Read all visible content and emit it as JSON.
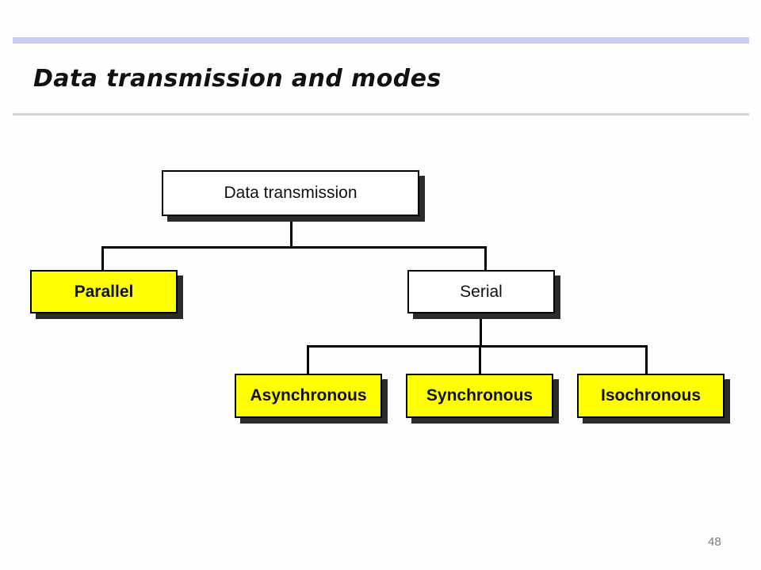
{
  "slide": {
    "title": "Data transmission and modes",
    "page_number": "48",
    "accent_bar_color": "#ccccf0",
    "rule_color": "#d2d2dd",
    "background_color": "#fefefe"
  },
  "diagram": {
    "type": "tree",
    "node_colors": {
      "white_fill": "#ffffff",
      "yellow_fill": "#ffff00",
      "border": "#000000",
      "shadow": "#2b2b28",
      "text": "#101010"
    },
    "nodes": [
      {
        "id": "root",
        "label": "Data transmission",
        "fill": "white",
        "level": 0
      },
      {
        "id": "parallel",
        "label": "Parallel",
        "fill": "yellow",
        "level": 1
      },
      {
        "id": "serial",
        "label": "Serial",
        "fill": "white",
        "level": 1
      },
      {
        "id": "async",
        "label": "Asynchronous",
        "fill": "yellow",
        "level": 2
      },
      {
        "id": "sync",
        "label": "Synchronous",
        "fill": "yellow",
        "level": 2
      },
      {
        "id": "isoc",
        "label": "Isochronous",
        "fill": "yellow",
        "level": 2
      }
    ],
    "edges": [
      {
        "from": "root",
        "to": "parallel"
      },
      {
        "from": "root",
        "to": "serial"
      },
      {
        "from": "serial",
        "to": "async"
      },
      {
        "from": "serial",
        "to": "sync"
      },
      {
        "from": "serial",
        "to": "isoc"
      }
    ]
  }
}
